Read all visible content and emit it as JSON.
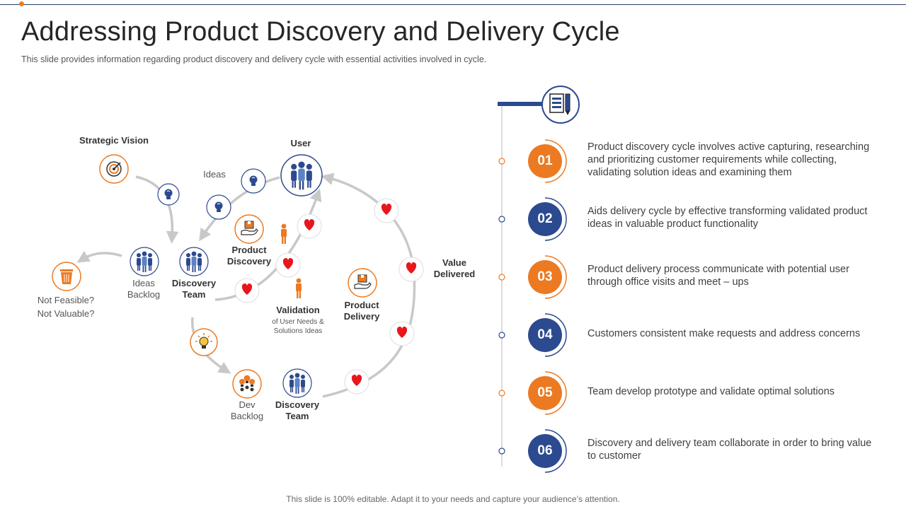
{
  "header": {
    "title": "Addressing Product Discovery and Delivery Cycle",
    "subtitle": "This slide provides information regarding product discovery and delivery cycle with essential activities involved  in cycle."
  },
  "diagram": {
    "strategic_vision": "Strategic Vision",
    "user": "User",
    "ideas": "Ideas",
    "ideas_backlog_1": "Ideas",
    "ideas_backlog_2": "Backlog",
    "discovery_team_1": "Discovery",
    "discovery_team_2": "Team",
    "not_feasible_1": "Not Feasible?",
    "not_feasible_2": "Not Valuable?",
    "product_discovery_1": "Product",
    "product_discovery_2": "Discovery",
    "validation": "Validation",
    "validation_sub_1": "of User Needs &",
    "validation_sub_2": "Solutions Ideas",
    "product_delivery_1": "Product",
    "product_delivery_2": "Delivery",
    "value_delivered_1": "Value",
    "value_delivered_2": "Delivered",
    "dev_backlog_1": "Dev",
    "dev_backlog_2": "Backlog",
    "discovery_team_bottom_1": "Discovery",
    "discovery_team_bottom_2": "Team"
  },
  "steps": [
    {
      "num": "01",
      "color": "orange",
      "text": "Product discovery cycle involves active capturing, researching and prioritizing customer requirements while collecting, validating solution ideas and examining them"
    },
    {
      "num": "02",
      "color": "blue",
      "text": "Aids delivery cycle by effective transforming validated product ideas in valuable product functionality"
    },
    {
      "num": "03",
      "color": "orange",
      "text": "Product delivery process communicate with potential user through office visits and meet – ups"
    },
    {
      "num": "04",
      "color": "blue",
      "text": "Customers consistent make requests and address concerns"
    },
    {
      "num": "05",
      "color": "orange",
      "text": "Team develop prototype and validate optimal solutions"
    },
    {
      "num": "06",
      "color": "blue",
      "text": "Discovery and delivery team collaborate in order to bring value to customer"
    }
  ],
  "footer": "This slide is 100% editable. Adapt it to your needs and capture your audience’s attention.",
  "colors": {
    "orange": "#ec7a22",
    "blue": "#2c4a8f",
    "heart": "#e8161d",
    "arrow": "#c8c8c8"
  }
}
